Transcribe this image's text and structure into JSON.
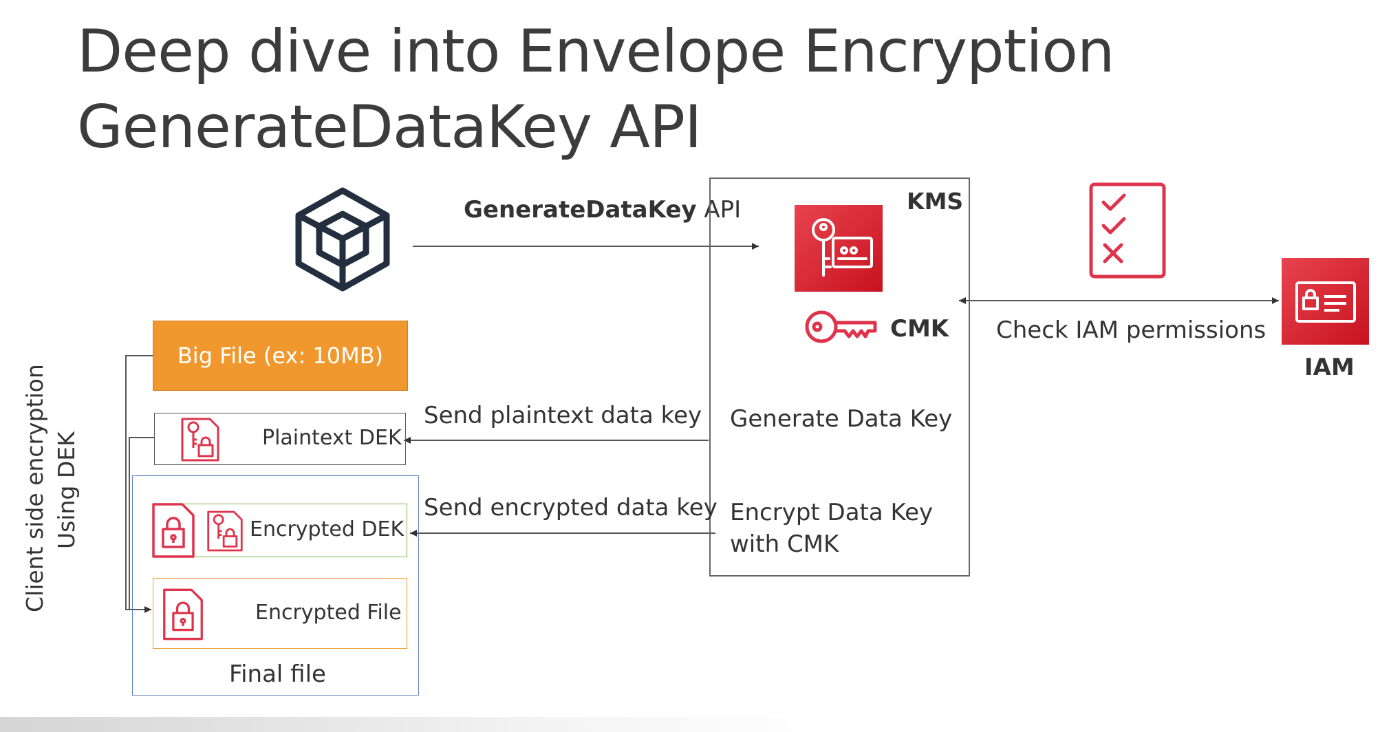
{
  "title": {
    "line1": "Deep dive into Envelope Encryption",
    "line2": "GenerateDataKey API"
  },
  "side_label": {
    "line1": "Client side encryption",
    "line2": "Using DEK"
  },
  "kms": {
    "label": "KMS",
    "cmk_label": "CMK",
    "generate_label": "Generate Data Key",
    "encrypt_label_line1": "Encrypt Data Key",
    "encrypt_label_line2": "with CMK"
  },
  "api_call": {
    "bold": "GenerateDataKey",
    "rest": " API"
  },
  "iam": {
    "label": "IAM",
    "check_label": "Check IAM permissions"
  },
  "arrows": {
    "plaintext": "Send plaintext data key",
    "encrypted": "Send encrypted data key"
  },
  "client": {
    "big_file": "Big File (ex: 10MB)",
    "plaintext_dek": "Plaintext DEK",
    "encrypted_dek": "Encrypted DEK",
    "encrypted_file": "Encrypted File",
    "final_file": "Final file"
  },
  "colors": {
    "aws_red": "#dd344c",
    "orange": "#f0982d",
    "dark_icon": "#232f3e",
    "final_border": "#5a7fbf",
    "green_border": "#7ab648",
    "orange_border": "#f0982d"
  },
  "icons": [
    "sdk-cube-icon",
    "kms-key-icon",
    "cmk-key-icon",
    "checklist-icon",
    "iam-icon",
    "key-lock-document-icon",
    "lock-document-icon"
  ]
}
